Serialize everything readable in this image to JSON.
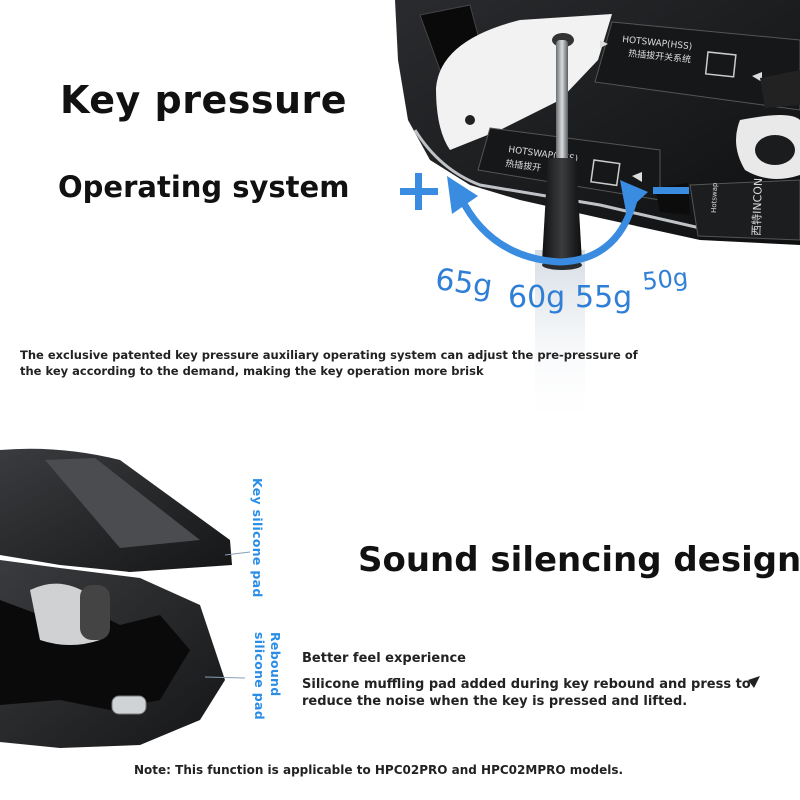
{
  "key_section": {
    "title": "Key pressure",
    "subtitle": "Operating system",
    "plus_symbol": "+",
    "minus_symbol": "−",
    "weights": [
      "65g",
      "60g",
      "55g",
      "50g"
    ],
    "description": "The exclusive patented key pressure auxiliary operating system can adjust the pre-pressure of the key according to the demand, making the key operation more brisk"
  },
  "mouse_labels": {
    "hotswap_top": "HOTSWAP(HSS)",
    "hotswap_top_cn": "热插拔开关系统",
    "hotswap_mid": "HOTSWAP(HSS)",
    "hotswap_mid_cn": "热插拔开",
    "hotswap_small": "Hotswap",
    "brand_cn": "西特INCON"
  },
  "silence_section": {
    "title": "Sound silencing design",
    "label_key_pad": "Key silicone pad",
    "label_rebound_line1": "Rebound",
    "label_rebound_line2": "silicone pad",
    "feel_title": "Better feel experience",
    "feel_description": "Silicone muffling pad added during key rebound and press to reduce the noise when the key is pressed and lifted."
  },
  "note": "Note: This function is applicable to HPC02PRO and HPC02MPRO models.",
  "colors": {
    "accent_blue": "#2f7fd6",
    "mouse_black": "#1a1b1d",
    "background": "#ffffff"
  }
}
